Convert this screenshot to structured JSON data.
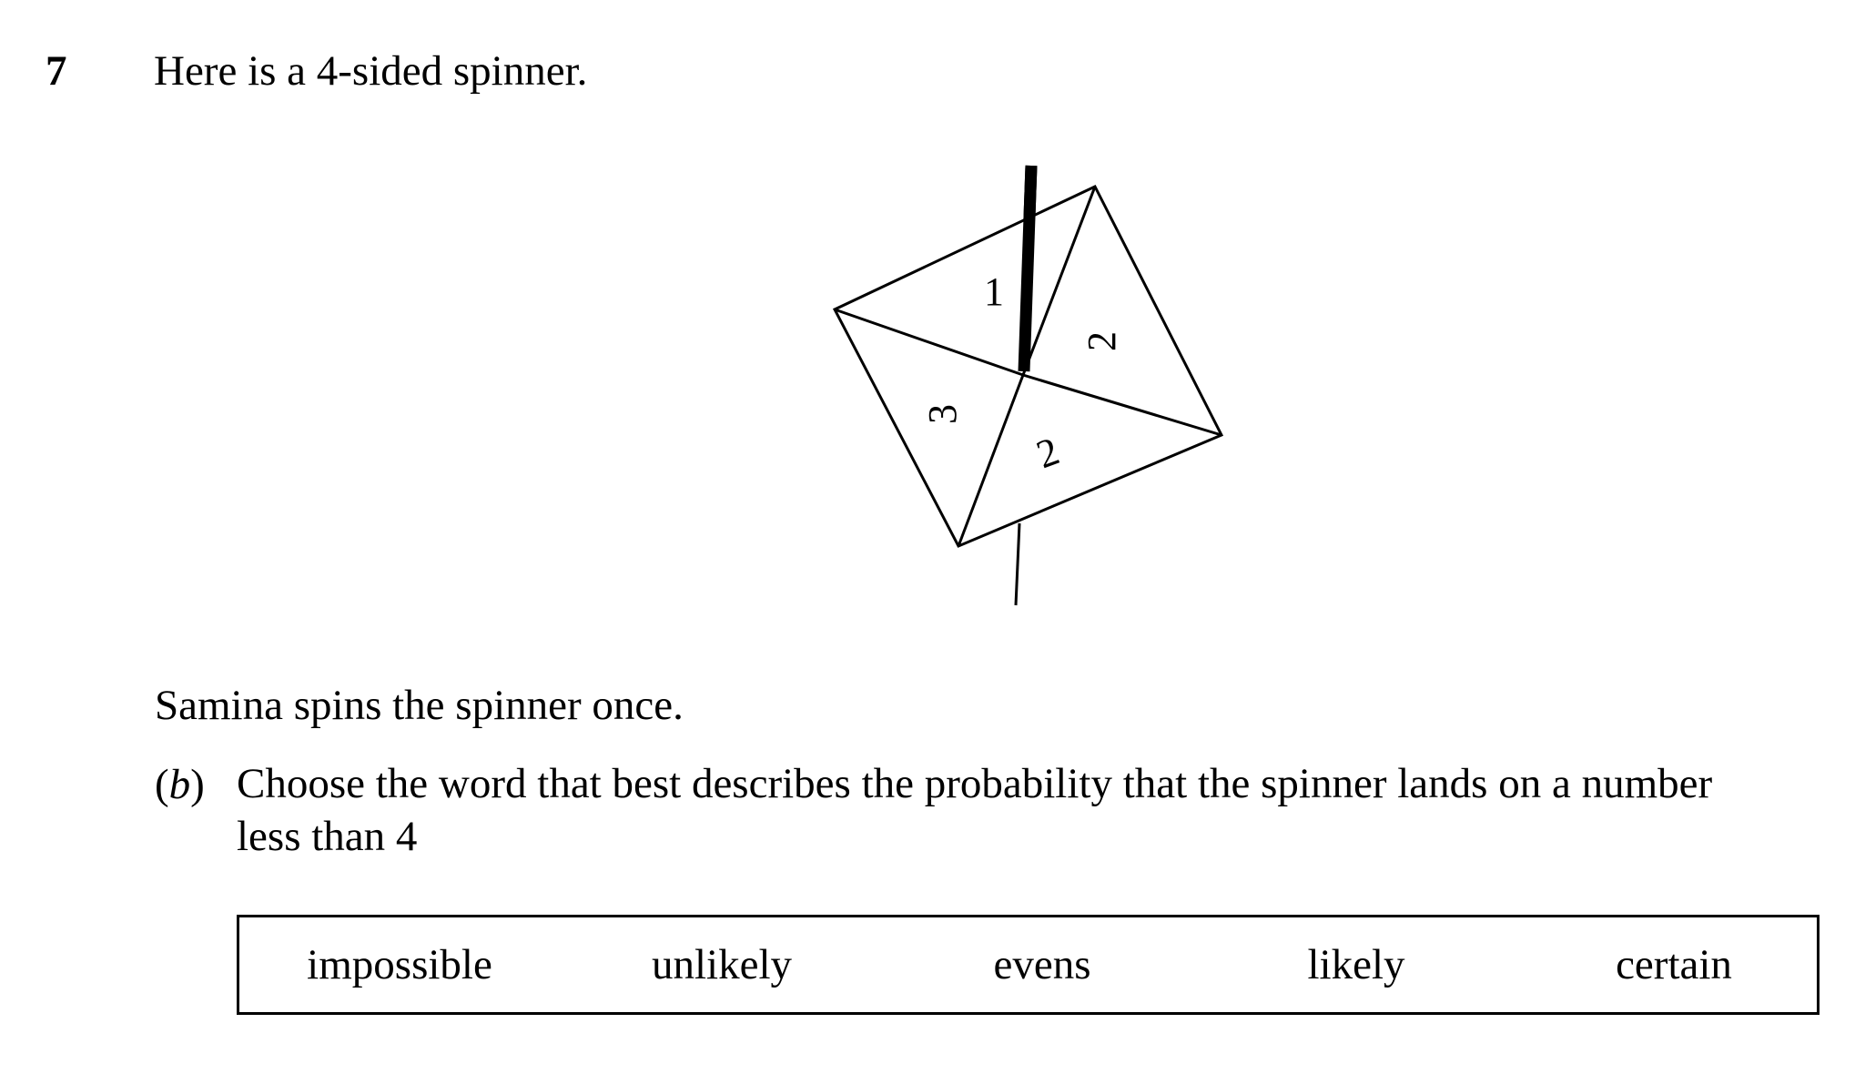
{
  "question": {
    "number": "7",
    "intro": "Here is a 4-sided spinner.",
    "stem": "Samina spins the spinner once.",
    "part": {
      "label_open": "(",
      "label_letter": "b",
      "label_close": ")",
      "text": "Choose the word that best describes the probability that the spinner lands on a number less than 4"
    }
  },
  "spinner": {
    "section_labels": [
      "1",
      "2",
      "3",
      "2"
    ],
    "colors": {
      "stroke": "#000000",
      "fill": "#ffffff"
    }
  },
  "options": [
    "impossible",
    "unlikely",
    "evens",
    "likely",
    "certain"
  ]
}
